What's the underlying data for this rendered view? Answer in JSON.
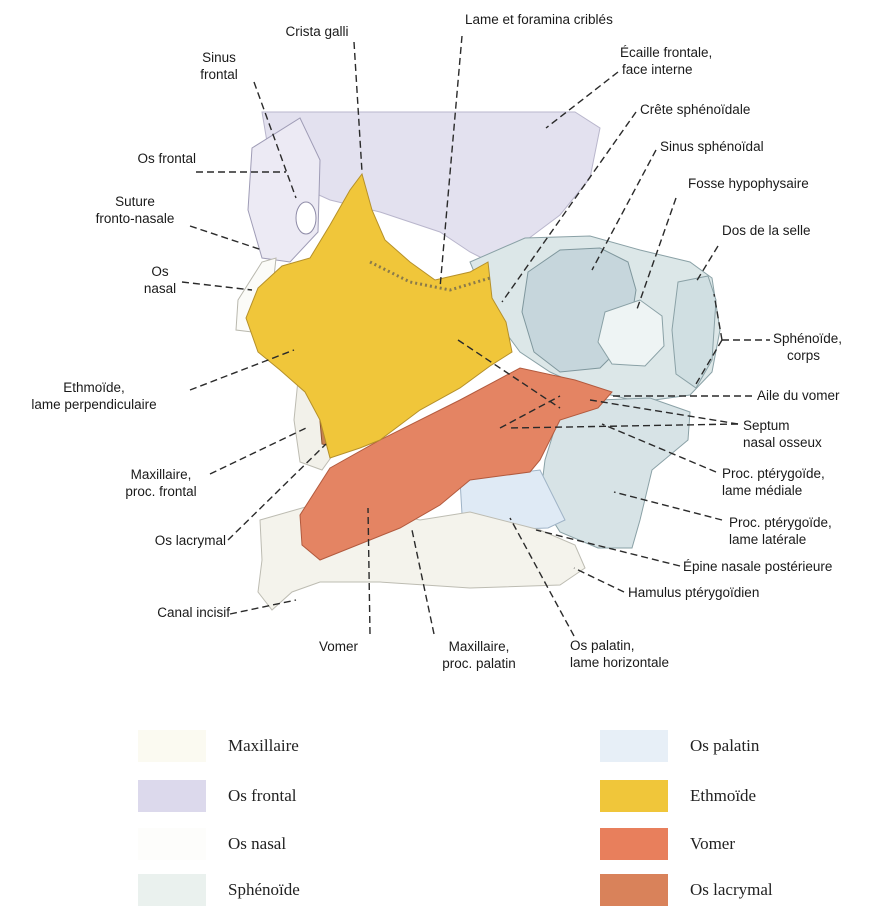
{
  "labels": {
    "crista_galli": "Crista galli",
    "lame_criblee": "Lame et foramina criblés",
    "sinus_frontal": [
      "Sinus",
      "frontal"
    ],
    "ecaille_frontale": [
      "Écaille frontale,",
      "face interne"
    ],
    "crete_sphenoidale": "Crête sphénoïdale",
    "sinus_sphenoidal": "Sinus sphénoïdal",
    "os_frontal": "Os frontal",
    "fosse_hypophysaire": "Fosse hypophysaire",
    "suture_fronto_nasale": [
      "Suture",
      "fronto-nasale"
    ],
    "dos_selle": "Dos de la selle",
    "os_nasal": [
      "Os",
      "nasal"
    ],
    "sphenoide_corps": [
      "Sphénoïde,",
      "corps"
    ],
    "ethmoide_lame": [
      "Ethmoïde,",
      "lame perpendiculaire"
    ],
    "aile_vomer": "Aile du vomer",
    "septum_nasal": [
      "Septum",
      "nasal osseux"
    ],
    "maxillaire_frontal": [
      "Maxillaire,",
      "proc. frontal"
    ],
    "proc_pterygoide_mediale": [
      "Proc. ptérygoïde,",
      "lame médiale"
    ],
    "os_lacrymal": "Os lacrymal",
    "proc_pterygoide_laterale": [
      "Proc. ptérygoïde,",
      "lame latérale"
    ],
    "epine_nasale": "Épine nasale postérieure",
    "hamulus": "Hamulus ptérygoïdien",
    "canal_incisif": "Canal incisif",
    "vomer": "Vomer",
    "maxillaire_palatin": [
      "Maxillaire,",
      "proc. palatin"
    ],
    "os_palatin_lame": [
      "Os palatin,",
      "lame horizontale"
    ]
  },
  "legend": {
    "left": [
      {
        "name": "Maxillaire",
        "color": "#fbfaf1"
      },
      {
        "name": "Os frontal",
        "color": "#dcd9ec"
      },
      {
        "name": "Os nasal",
        "color": "#fdfdfb"
      },
      {
        "name": "Sphénoïde",
        "color": "#eaf1ee"
      }
    ],
    "right": [
      {
        "name": "Os palatin",
        "color": "#e7eff7"
      },
      {
        "name": "Ethmoïde",
        "color": "#f0c63a"
      },
      {
        "name": "Vomer",
        "color": "#e87f5c"
      },
      {
        "name": "Os lacrymal",
        "color": "#d9825a"
      }
    ]
  },
  "colors": {
    "ethmoide": "#f0c63a",
    "vomer": "#e48463",
    "frontal": "#e3e1ef",
    "sphenoide": "#dce7e8",
    "maxillaire": "#f4f3ec",
    "palatin": "#dfeaf5",
    "lacrymal": "#c98152",
    "leader": "#2a2a2a"
  }
}
